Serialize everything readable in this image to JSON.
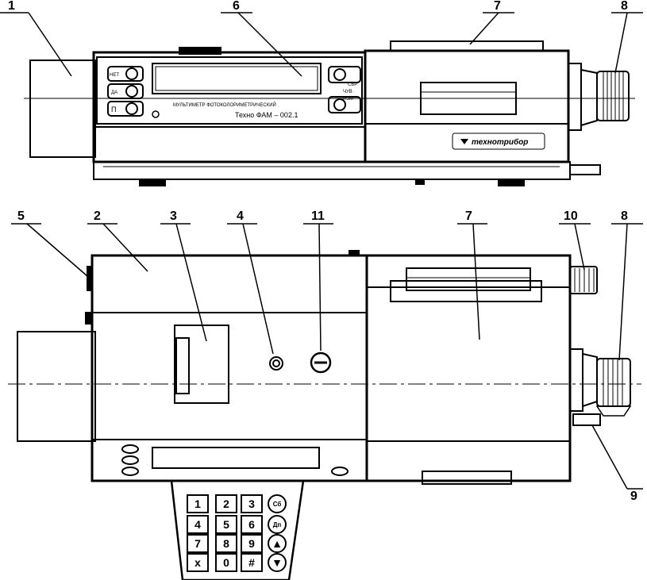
{
  "callouts_top": [
    "1",
    "6",
    "7",
    "8"
  ],
  "callouts_bottom": [
    "5",
    "2",
    "3",
    "4",
    "11",
    "7",
    "10",
    "8",
    "9"
  ],
  "panel": {
    "btn_left": [
      "НЕТ",
      "ДА",
      "П"
    ],
    "btn_right": [
      "СБР",
      "ЧУВ",
      "ИЗМ"
    ],
    "model_line1": "МУЛЬТИМЕТР   ФОТОКОЛОРИМЕТРИЧЕСКИЙ",
    "model_line2": "Техно ФАМ – 002.1",
    "brand": "технотрибор"
  },
  "keypad": {
    "keys": [
      "1",
      "2",
      "3",
      "Сб",
      "4",
      "5",
      "6",
      "Дп",
      "7",
      "8",
      "9",
      "▲",
      "x",
      "0",
      "#",
      "▼"
    ]
  }
}
